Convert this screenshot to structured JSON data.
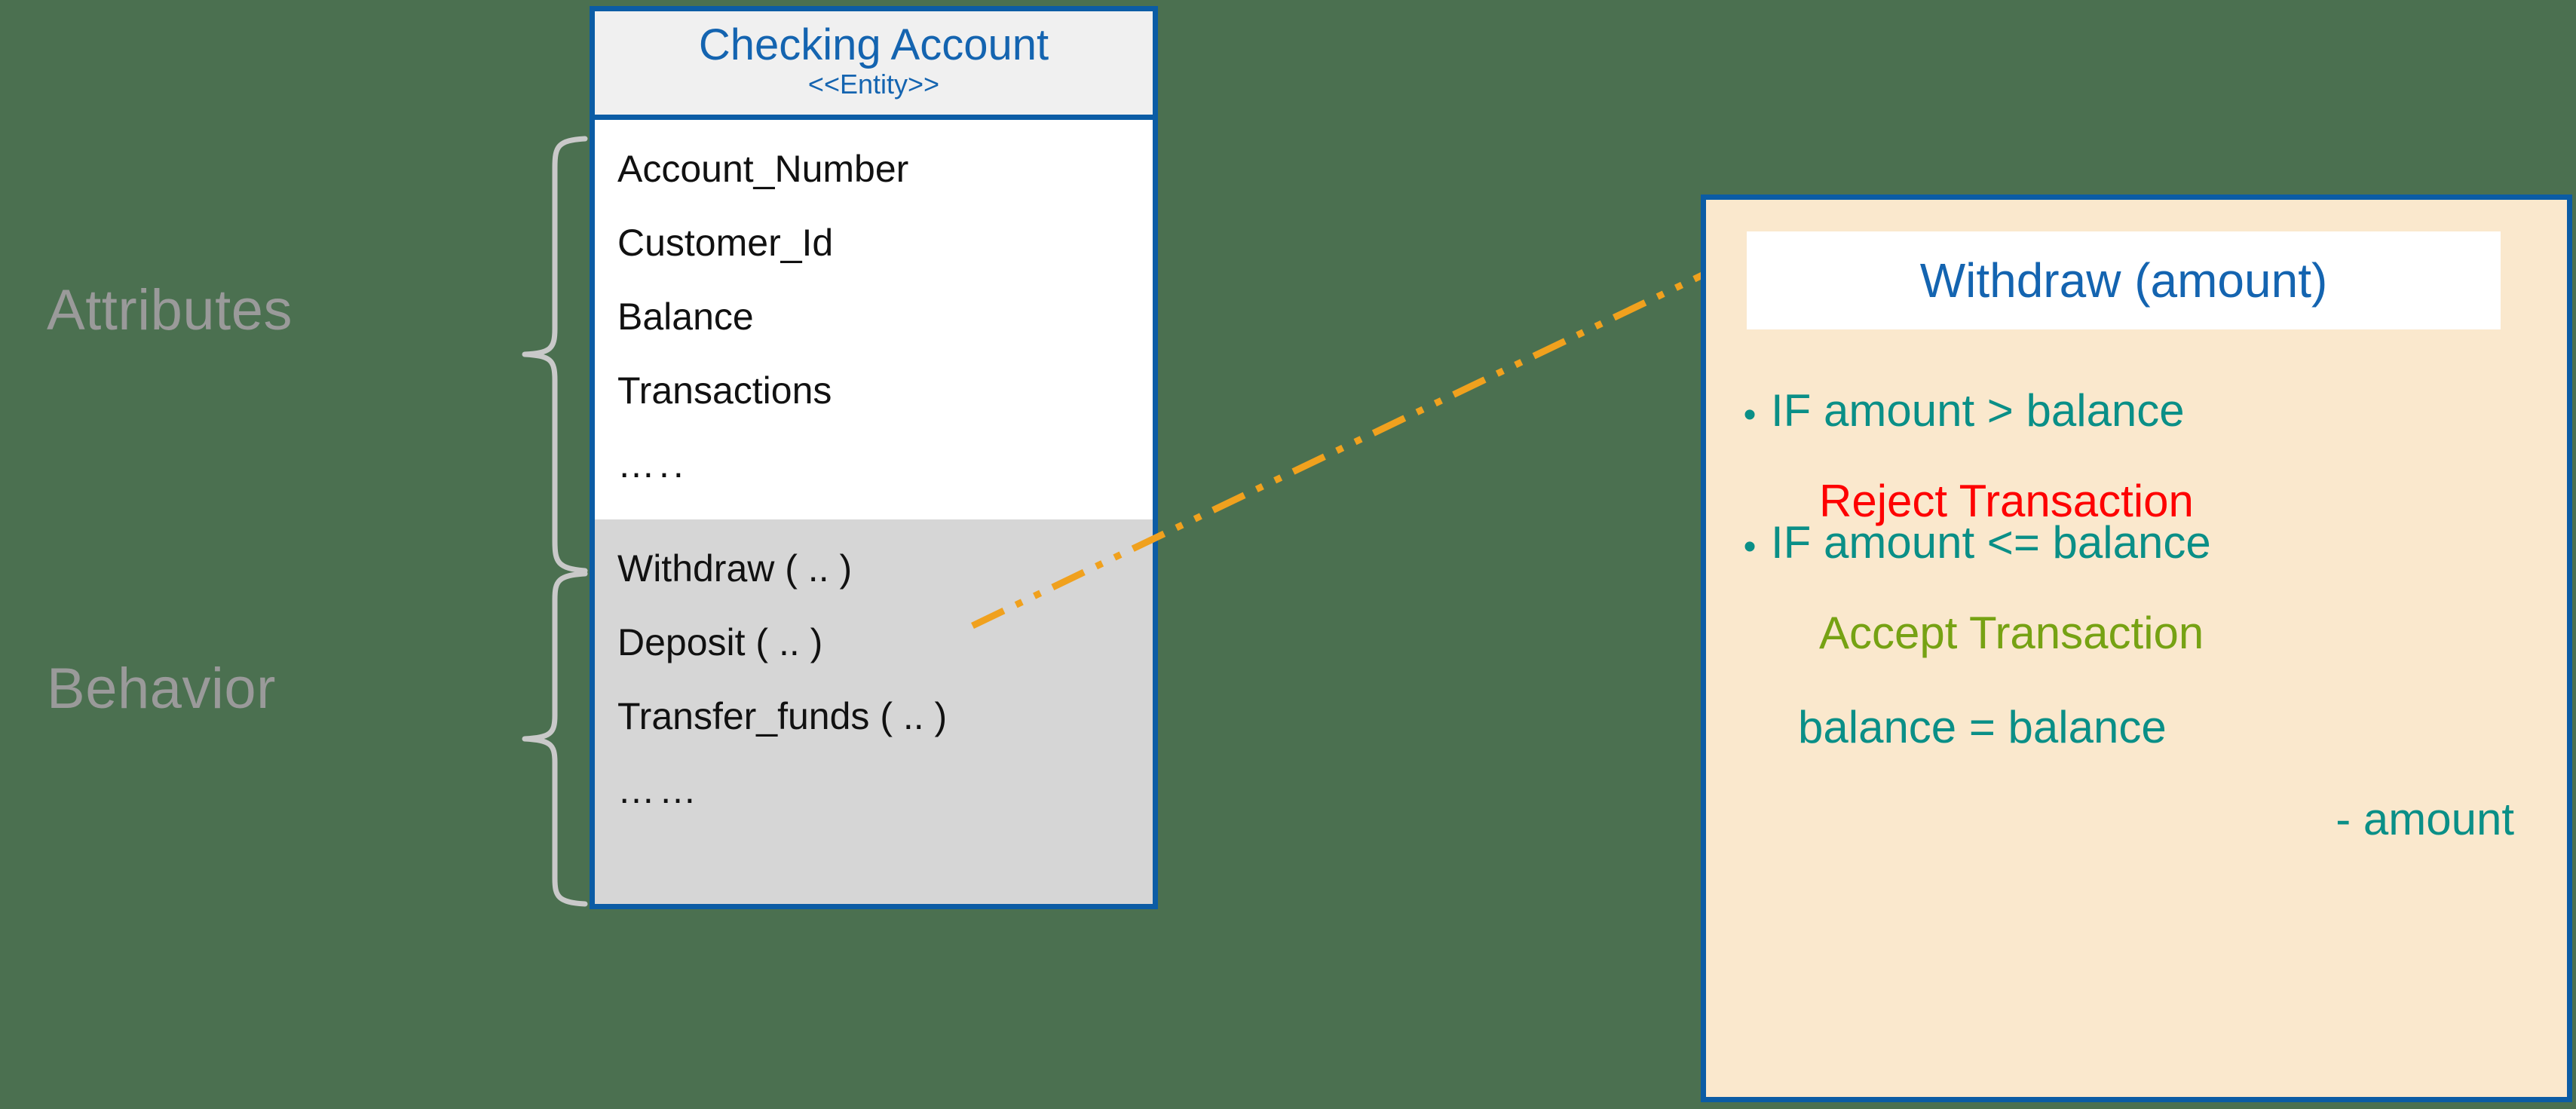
{
  "background_color": "#4b7050",
  "accent_colors": {
    "class_border": "#0b5ca5",
    "title_blue": "#1464b0",
    "header_fill": "#f0f0f0",
    "behavior_fill": "#d6d6d6",
    "panel_fill": "#fae8cd",
    "connector_orange": "#f0a11e",
    "teal": "#0a8f87",
    "reject_red": "#fe0000",
    "accept_green": "#76a213",
    "label_gray": "#9a9a9a",
    "brace_gray": "#c9c9c9"
  },
  "side_labels": {
    "attributes": "Attributes",
    "behavior": "Behavior"
  },
  "class_box": {
    "title": "Checking Account",
    "stereotype": "<<Entity>>",
    "attributes": [
      "Account_Number",
      "Customer_Id",
      "Balance",
      "Transactions",
      "….."
    ],
    "methods": [
      "Withdraw ( .. )",
      "Deposit ( .. )",
      "Transfer_funds ( .. )",
      "……"
    ]
  },
  "detail_panel": {
    "title": "Withdraw (amount)",
    "bullet_glyph": "•",
    "rules": [
      {
        "condition": "IF amount > balance",
        "action": "Reject Transaction",
        "action_style": "reject"
      },
      {
        "condition": "IF amount <= balance",
        "action": "Accept Transaction",
        "action_style": "accept"
      }
    ],
    "assignment": {
      "line_1": "balance = balance",
      "line_2": "- amount"
    }
  },
  "connector": {
    "style": "dash-dot-dot",
    "from": "Withdraw ( .. ) method row",
    "to": "Withdraw (amount) detail panel title"
  }
}
